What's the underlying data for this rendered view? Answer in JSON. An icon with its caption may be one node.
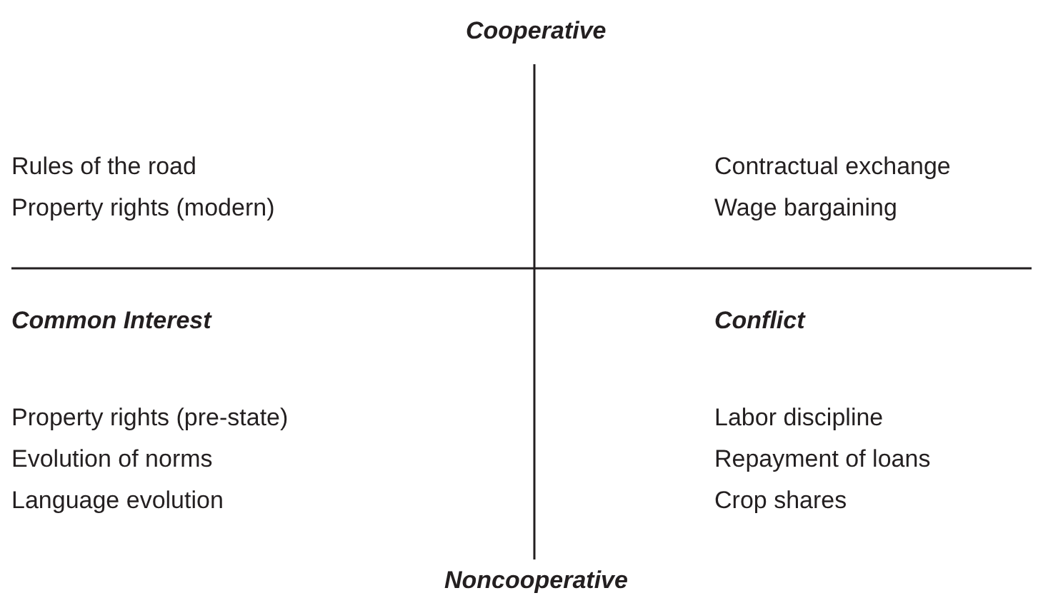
{
  "diagram": {
    "labels": [
      "Cooperative",
      "Rules of the road",
      "Contractual exchange",
      "Property rights (modern)",
      "Wage bargaining",
      "Common Interest",
      "Conflict",
      "Property rights (pre-state)",
      "Labor discipline",
      "Evolution of norms",
      "Repayment of loans",
      "Language evolution",
      "Crop shares",
      "Noncooperative"
    ]
  }
}
